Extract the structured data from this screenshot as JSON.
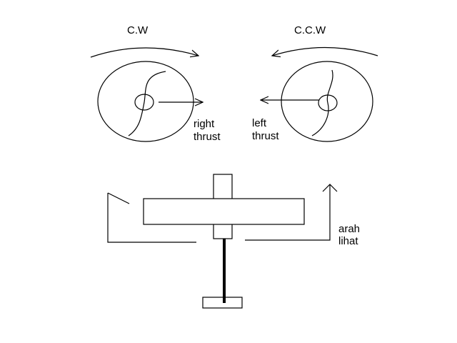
{
  "labels": {
    "cw": "C.W",
    "ccw": "C.C.W",
    "right_thrust_line1": "right",
    "right_thrust_line2": "thrust",
    "left_thrust_line1": "left",
    "left_thrust_line2": "thrust",
    "view_line1": "arah",
    "view_line2": "lihat"
  },
  "colors": {
    "ink": "#000000",
    "background": "#ffffff"
  }
}
